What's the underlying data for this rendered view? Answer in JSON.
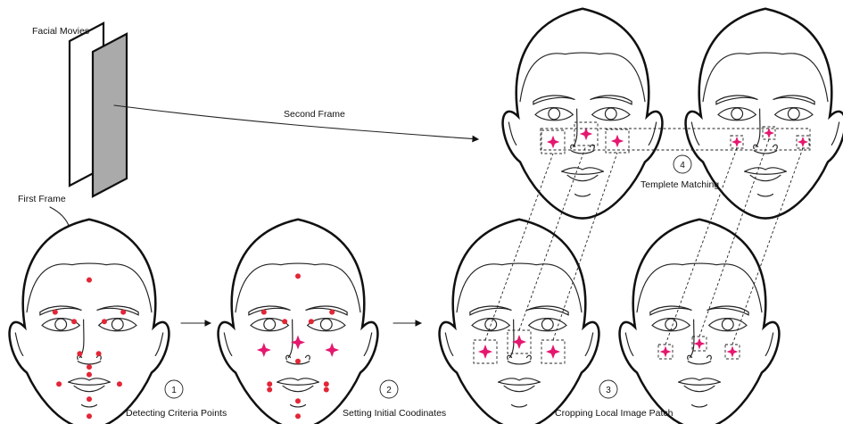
{
  "labels": {
    "facial_movies": "Facial Movies",
    "second_frame": "Second Frame",
    "first_frame": "First Frame"
  },
  "steps": [
    {
      "num": "1",
      "caption": "Detecting Criteria Points"
    },
    {
      "num": "2",
      "caption": "Setting Initial Coodinates"
    },
    {
      "num": "3",
      "caption": "Cropping Local Image Patch"
    },
    {
      "num": "4",
      "caption": "Templete Matching"
    }
  ],
  "colors": {
    "criteria_dot": "#e32636",
    "star_marker": "#e5176f",
    "outline": "#111111",
    "frame_fill": "#aaaaaa"
  }
}
